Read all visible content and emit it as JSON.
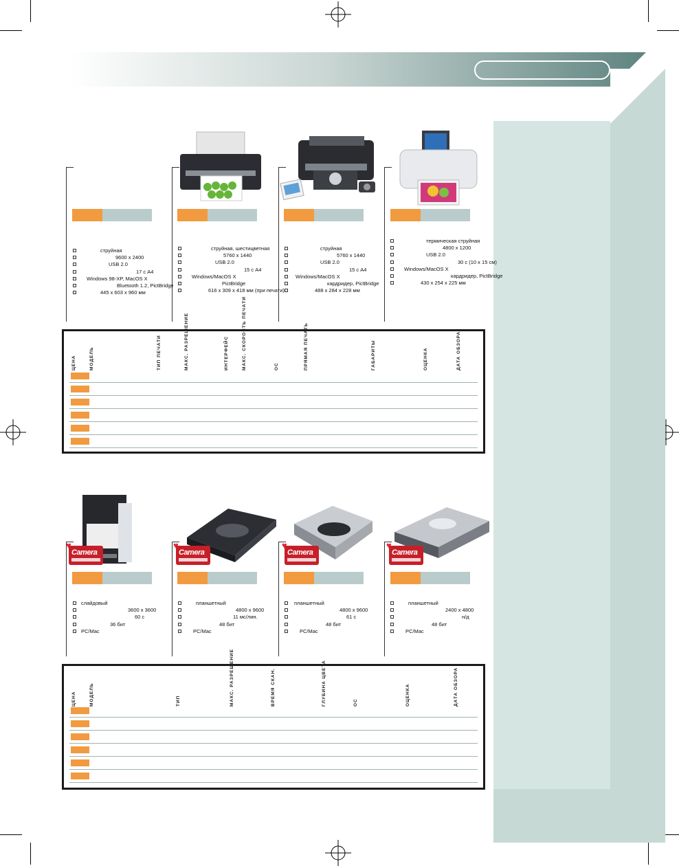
{
  "colors": {
    "orange": "#f29a40",
    "teal": "#6d8f8b",
    "light_teal": "#d5e5e2",
    "grey_green": "#b9cccb"
  },
  "badge": {
    "text": "Camera",
    "icon": "heart-icon"
  },
  "printers": [
    {
      "specs": [
        "струйная",
        "9600 x 2400",
        "USB 2.0",
        "17 с A4",
        "Windows 98-XP, MacOS X",
        "Bluetooth 1.2, PictBridge",
        "445 x 603 x 960 мм"
      ]
    },
    {
      "specs": [
        "струйная, шестицветная",
        "5760 x 1440",
        "USB 2.0",
        "15 с A4",
        "Windows/MacOS X",
        "PictBridge",
        "616 x 309 x 418 мм (при печати)"
      ]
    },
    {
      "specs": [
        "струйная",
        "5760 x 1440",
        "USB 2.0",
        "15 с A4",
        "Windows/MacOS X",
        "кардридер, PictBridge",
        "488 x 284 x 228 мм"
      ]
    },
    {
      "specs": [
        "термическая струйная",
        "4800 x 1200",
        "USB 2.0",
        "30 с (10 x 15 см)",
        "Windows/MacOS X",
        "кардридер, PictBridge",
        "430 x 254 x 225 мм"
      ]
    }
  ],
  "printers_table": {
    "headers": [
      "ЦЕНА",
      "МОДЕЛЬ",
      "ТИП ПЕЧАТИ",
      "МАКС. РАЗРЕШЕНИЕ",
      "ИНТЕРФЕЙС",
      "МАКС. СКОРОСТЬ ПЕЧАТИ",
      "ОС",
      "ПРЯМАЯ ПЕЧАТЬ",
      "ГАБАРИТЫ",
      "ОЦЕНКА",
      "ДАТА ОБЗОРА"
    ],
    "rows": 6
  },
  "scanners": [
    {
      "specs": [
        "слайдовый",
        "3600 x 3600",
        "60 с",
        "36 бит",
        "PC/Mac"
      ]
    },
    {
      "specs": [
        "планшетный",
        "4800 x 9600",
        "11 мс/лин.",
        "48 бит",
        "PC/Mac"
      ]
    },
    {
      "specs": [
        "планшетный",
        "4800 x 9600",
        "61 с",
        "48 бит",
        "PC/Mac"
      ]
    },
    {
      "specs": [
        "планшетный",
        "2400 x 4800",
        "н/д",
        "48 бит",
        "PC/Mac"
      ]
    }
  ],
  "scanners_table": {
    "headers": [
      "ЦЕНА",
      "МОДЕЛЬ",
      "ТИП",
      "МАКС. РАЗРЕШЕНИЕ",
      "ВРЕМЯ СКАН.",
      "ГЛУБИНА ЦВЕТА",
      "ОС",
      "ОЦЕНКА",
      "ДАТА ОБЗОРА"
    ],
    "rows": 6
  }
}
